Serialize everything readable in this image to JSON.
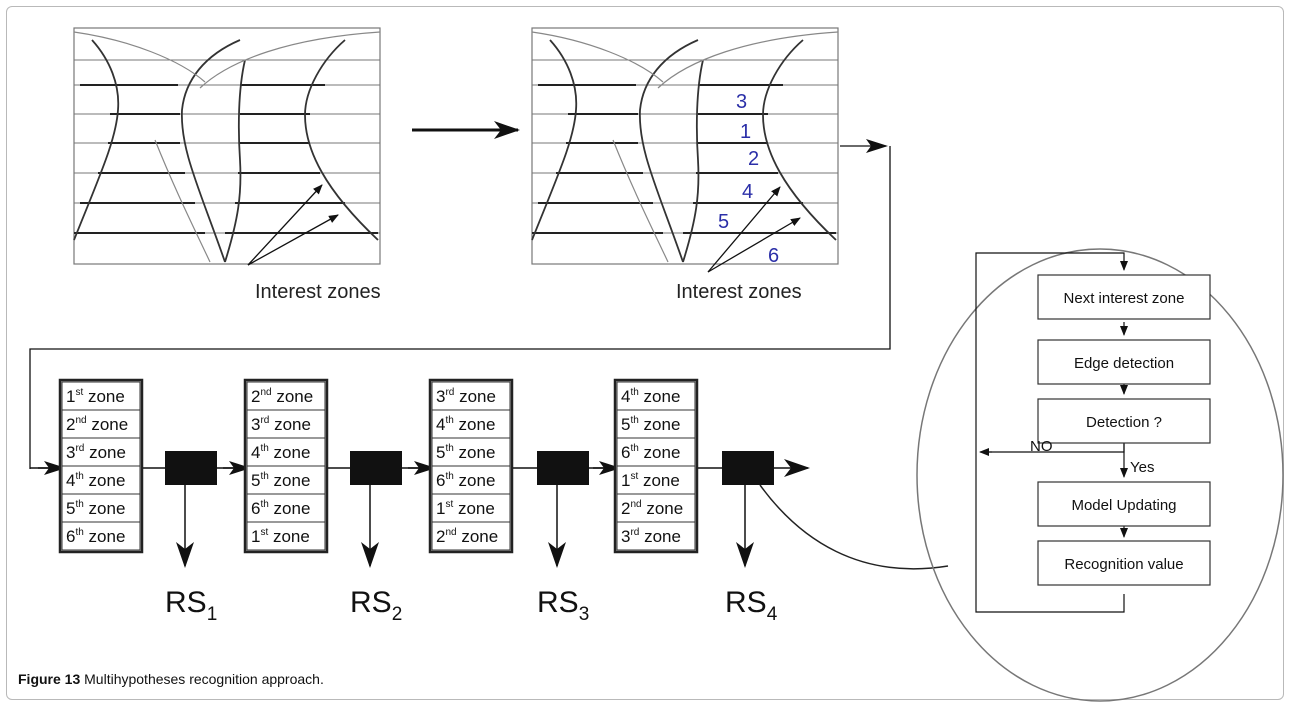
{
  "left_panel_label": "Interest zones",
  "right_panel_label": "Interest zones",
  "zone_numbers": [
    "3",
    "1",
    "2",
    "4",
    "5",
    "6"
  ],
  "zone_lists": [
    [
      {
        "n": "1",
        "sup": "st",
        "w": " zone"
      },
      {
        "n": "2",
        "sup": "nd",
        "w": " zone"
      },
      {
        "n": "3",
        "sup": "rd",
        "w": " zone"
      },
      {
        "n": "4",
        "sup": "th",
        "w": " zone"
      },
      {
        "n": "5",
        "sup": "th",
        "w": " zone"
      },
      {
        "n": "6",
        "sup": "th",
        "w": " zone"
      }
    ],
    [
      {
        "n": "2",
        "sup": "nd",
        "w": " zone"
      },
      {
        "n": "3",
        "sup": "rd",
        "w": " zone"
      },
      {
        "n": "4",
        "sup": "th",
        "w": " zone"
      },
      {
        "n": "5",
        "sup": "th",
        "w": " zone"
      },
      {
        "n": "6",
        "sup": "th",
        "w": " zone"
      },
      {
        "n": "1",
        "sup": "st",
        "w": " zone"
      }
    ],
    [
      {
        "n": "3",
        "sup": "rd",
        "w": " zone"
      },
      {
        "n": "4",
        "sup": "th",
        "w": " zone"
      },
      {
        "n": "5",
        "sup": "th",
        "w": " zone"
      },
      {
        "n": "6",
        "sup": "th",
        "w": " zone"
      },
      {
        "n": "1",
        "sup": "st",
        "w": " zone"
      },
      {
        "n": "2",
        "sup": "nd",
        "w": " zone"
      }
    ],
    [
      {
        "n": "4",
        "sup": "th",
        "w": " zone"
      },
      {
        "n": "5",
        "sup": "th",
        "w": " zone"
      },
      {
        "n": "6",
        "sup": "th",
        "w": " zone"
      },
      {
        "n": "1",
        "sup": "st",
        "w": " zone"
      },
      {
        "n": "2",
        "sup": "nd",
        "w": " zone"
      },
      {
        "n": "3",
        "sup": "rd",
        "w": " zone"
      }
    ]
  ],
  "results": [
    {
      "base": "RS",
      "sub": "1"
    },
    {
      "base": "RS",
      "sub": "2"
    },
    {
      "base": "RS",
      "sub": "3"
    },
    {
      "base": "RS",
      "sub": "4"
    }
  ],
  "flowchart": {
    "steps": [
      "Next interest zone",
      "Edge detection",
      "Detection ?",
      "Model Updating",
      "Recognition value"
    ],
    "no_label": "NO",
    "yes_label": "Yes"
  },
  "caption": {
    "label": "Figure 13",
    "text": " Multihypotheses recognition approach."
  }
}
